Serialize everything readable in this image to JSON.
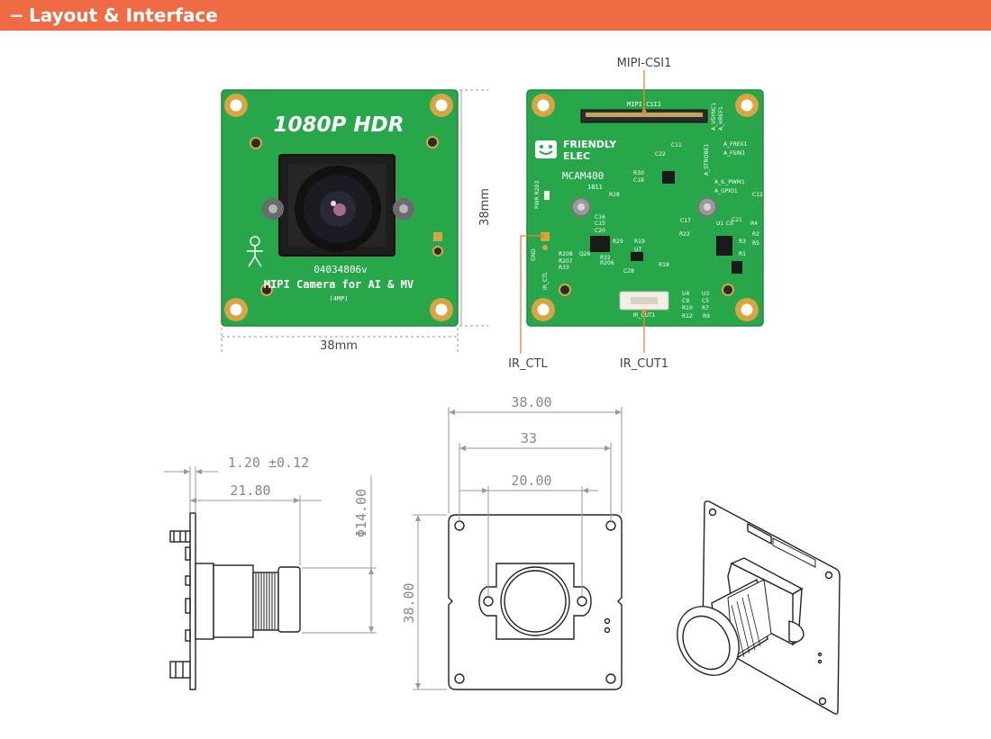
{
  "header": {
    "title": "Layout & Interface"
  },
  "front_board": {
    "title": "1080P HDR",
    "serial": "04034806v",
    "subtitle": "MIPI Camera for AI & MV",
    "note": "(4MP)",
    "width_label": "38mm",
    "height_label": "38mm"
  },
  "back_board": {
    "brand_line1": "FRIENDLY",
    "brand_line2": "ELEC",
    "model": "MCAM400",
    "rev": "1811",
    "silk_connector": "MIPI-CSI1",
    "silk_ircut": "IR_CUT1",
    "silk_pwr": "PWR R203",
    "silk_gnd": "GND",
    "silk_irctl": "IR_CTL",
    "silk_right": [
      "A_FREX1",
      "A_FSIN1",
      "A_IL_PWM1",
      "A_GPIO1"
    ],
    "silk_top": [
      "A_STROBE1",
      "A_VSYNC1",
      "A_HREF1"
    ],
    "silk_parts": [
      "C11",
      "C22",
      "R30",
      "C18",
      "R28",
      "C16",
      "C15",
      "C20",
      "C17",
      "R29",
      "R19",
      "R22",
      "R32",
      "R208",
      "Q26",
      "R206",
      "R207",
      "R33",
      "C28",
      "U7",
      "R18",
      "U4",
      "C9",
      "R10",
      "U3",
      "C5",
      "R7",
      "R12",
      "R9",
      "R4",
      "R2",
      "R1",
      "R3",
      "R5",
      "C12",
      "C21",
      "U1",
      "C6"
    ]
  },
  "callouts": {
    "mipi_csi1": "MIPI-CSI1",
    "ir_ctl": "IR_CTL",
    "ir_cut1": "IR_CUT1"
  },
  "dimensions": {
    "side_thickness": "1.20 ±0.12",
    "side_length": "21.80",
    "lens_diameter": "Φ14.00",
    "top_width": "38.00",
    "hole_spacing": "33",
    "mount_width": "20.00",
    "top_height": "38.00"
  },
  "colors": {
    "header": "#ef6b43",
    "pcb": "#27a64a",
    "pad": "#d9a441",
    "callout": "#e8892f",
    "drawing": "#222222",
    "dimension": "#888888"
  }
}
